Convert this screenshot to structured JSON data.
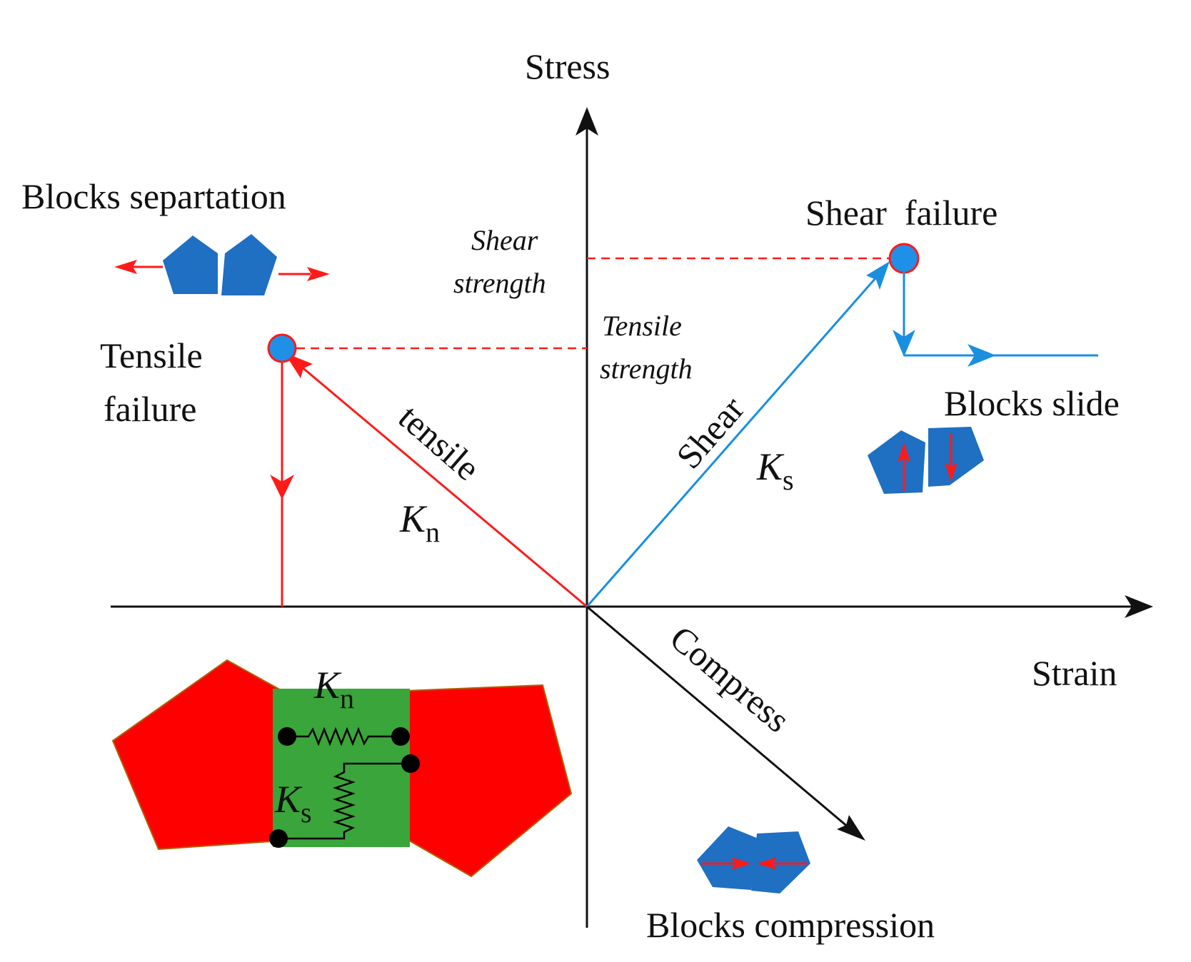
{
  "axes": {
    "y_label": "Stress",
    "x_label": "Strain"
  },
  "levels": {
    "shear_strength": [
      "Shear",
      "strength"
    ],
    "tensile_strength": [
      "Tensile",
      "strength"
    ]
  },
  "paths": {
    "tensile": {
      "label": "tensile",
      "k": "K",
      "k_sub": "n",
      "color": "#ff1a1a"
    },
    "shear": {
      "label": "Shear",
      "k": "K",
      "k_sub": "s",
      "color": "#1a8fe0"
    },
    "compress": {
      "label": "Compress",
      "color": "#000000"
    }
  },
  "failures": {
    "tensile": [
      "Tensile",
      "failure"
    ],
    "shear": "Shear  failure"
  },
  "modes": {
    "separation": "Blocks separtation",
    "slide": "Blocks slide",
    "compression": "Blocks compression"
  },
  "contact_model": {
    "kn": "K",
    "kn_sub": "n",
    "ks": "K",
    "ks_sub": "s"
  },
  "colors": {
    "block_blue": "#1f6fc2",
    "block_red": "#ff0000",
    "contact_green": "#3aa53a",
    "dashed_red": "#ff1a1a",
    "point_blue": "#1e90e8"
  }
}
